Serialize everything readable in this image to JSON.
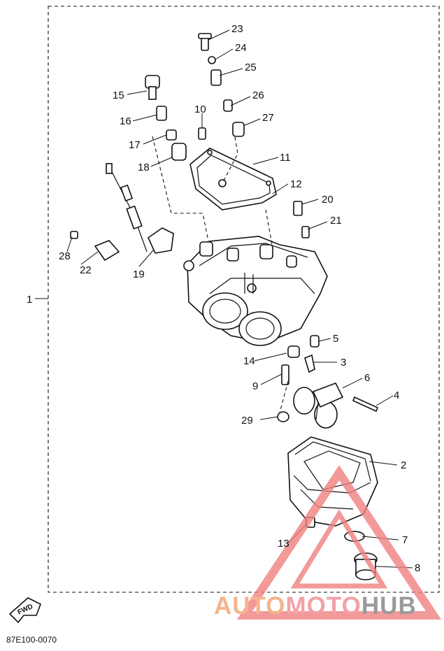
{
  "diagram": {
    "code": "87E100-0070",
    "fwd_label": "FWD",
    "callouts": {
      "c1": "1",
      "c2": "2",
      "c3": "3",
      "c4": "4",
      "c5": "5",
      "c6": "6",
      "c7": "7",
      "c8": "8",
      "c9": "9",
      "c10": "10",
      "c11": "11",
      "c12": "12",
      "c13": "13",
      "c14": "14",
      "c15": "15",
      "c16": "16",
      "c17": "17",
      "c18": "18",
      "c19": "19",
      "c20": "20",
      "c21": "21",
      "c22": "22",
      "c23": "23",
      "c24": "24",
      "c25": "25",
      "c26": "26",
      "c27": "27",
      "c28": "28",
      "c29": "29"
    }
  },
  "watermark": {
    "part1": "AUTO",
    "part2": "MOTO",
    "part3": "HUB",
    "color1": "#f5b48a",
    "color2": "#f2a2a6",
    "color3": "#9a9a9a",
    "triangle_color": "#f08080"
  }
}
